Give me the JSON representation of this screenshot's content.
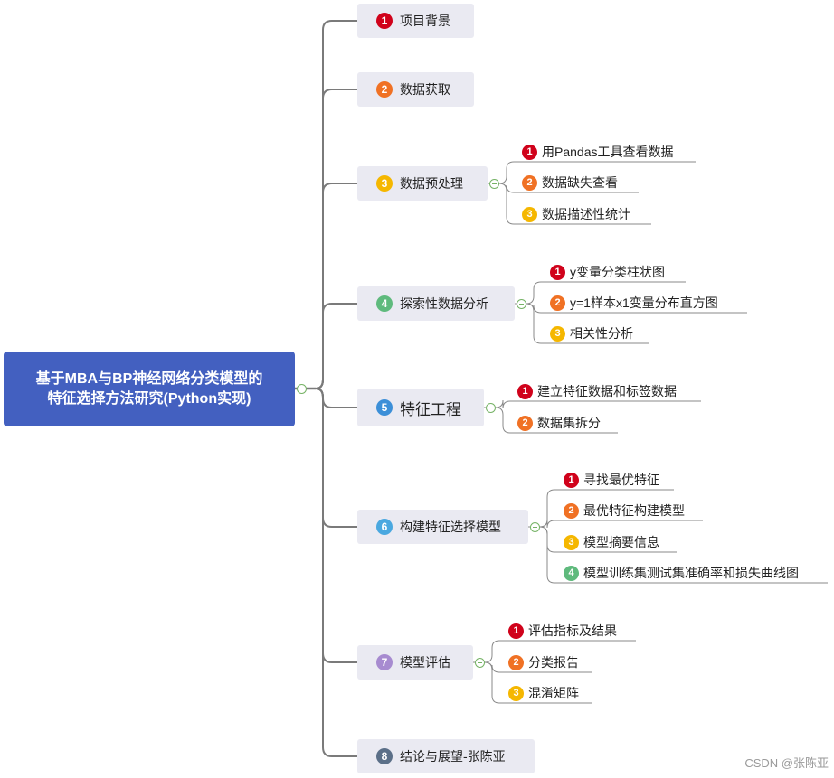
{
  "root": {
    "line1": "基于MBA与BP神经网络分类模型的",
    "line2": "特征选择方法研究(Python实现)"
  },
  "colors": {
    "1": "#d0021b",
    "2": "#f07124",
    "3": "#f5b700",
    "4": "#5fba7d",
    "5": "#3c8fd8",
    "6": "#4aa8e0",
    "7": "#a78bd0",
    "8": "#5b6f88"
  },
  "topics": [
    {
      "num": "1",
      "label": "项目背景",
      "children": []
    },
    {
      "num": "2",
      "label": "数据获取",
      "children": []
    },
    {
      "num": "3",
      "label": "数据预处理",
      "children": [
        {
          "num": "1",
          "label": "用Pandas工具查看数据"
        },
        {
          "num": "2",
          "label": "数据缺失查看"
        },
        {
          "num": "3",
          "label": "数据描述性统计"
        }
      ]
    },
    {
      "num": "4",
      "label": "探索性数据分析",
      "children": [
        {
          "num": "1",
          "label": "y变量分类柱状图"
        },
        {
          "num": "2",
          "label": "y=1样本x1变量分布直方图"
        },
        {
          "num": "3",
          "label": "相关性分析"
        }
      ]
    },
    {
      "num": "5",
      "label": "特征工程",
      "children": [
        {
          "num": "1",
          "label": "建立特征数据和标签数据"
        },
        {
          "num": "2",
          "label": "数据集拆分"
        }
      ]
    },
    {
      "num": "6",
      "label": "构建特征选择模型",
      "children": [
        {
          "num": "1",
          "label": "寻找最优特征"
        },
        {
          "num": "2",
          "label": "最优特征构建模型"
        },
        {
          "num": "3",
          "label": "模型摘要信息"
        },
        {
          "num": "4",
          "label": "模型训练集测试集准确率和损失曲线图"
        }
      ]
    },
    {
      "num": "7",
      "label": "模型评估",
      "children": [
        {
          "num": "1",
          "label": "评估指标及结果"
        },
        {
          "num": "2",
          "label": "分类报告"
        },
        {
          "num": "3",
          "label": "混淆矩阵"
        }
      ]
    },
    {
      "num": "8",
      "label": "结论与展望-张陈亚",
      "children": []
    }
  ],
  "watermark": "CSDN @张陈亚"
}
